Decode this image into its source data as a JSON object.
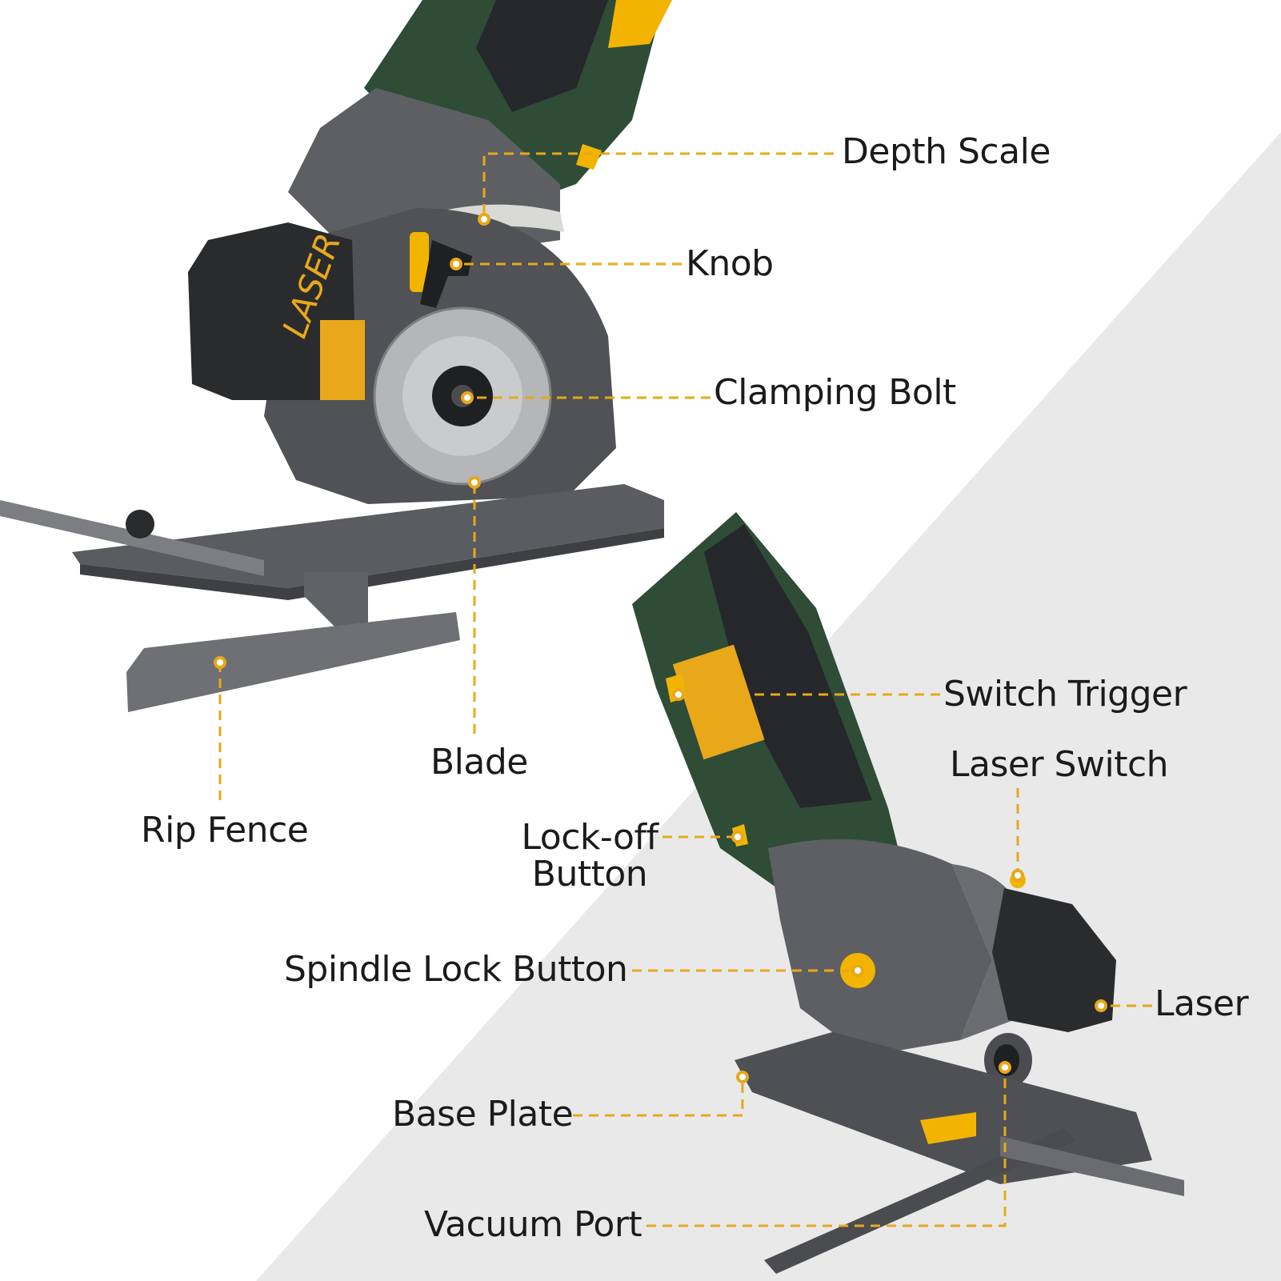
{
  "colors": {
    "leader": "#e8a81a",
    "body_green": "#2e4c36",
    "housing_gray": "#5d5f62",
    "laser_box": "#2a2b2d",
    "accent_yellow": "#f2b400",
    "background_light": "#ffffff",
    "background_gray": "#e9e9ea"
  },
  "tool_markings": {
    "laser_text": "LASER"
  },
  "labels": {
    "depth_scale": "Depth Scale",
    "knob": "Knob",
    "clamping_bolt": "Clamping Bolt",
    "blade": "Blade",
    "rip_fence": "Rip Fence",
    "switch_trigger": "Switch Trigger",
    "laser_switch": "Laser Switch",
    "lock_off_button_line1": "Lock-off",
    "lock_off_button_line2": "Button",
    "spindle_lock_button": "Spindle Lock Button",
    "laser": "Laser",
    "base_plate": "Base Plate",
    "vacuum_port": "Vacuum Port"
  }
}
